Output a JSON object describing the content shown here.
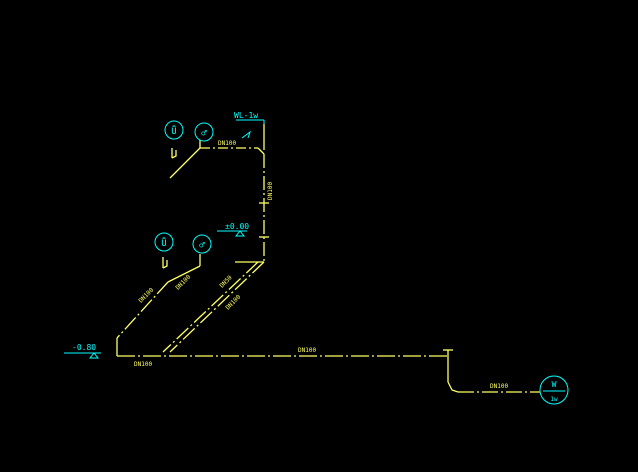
{
  "drawing": {
    "background": "#000000",
    "pipe_color": "#ffff66",
    "annotation_color": "#00ffff",
    "labels": {
      "riser_tag": "WL-1w",
      "level_ground": "±0.00",
      "level_low": "-0.80",
      "pipe_top_branch": "DN100",
      "pipe_riser": "DN100",
      "pipe_mid_vertical": "DN50",
      "pipe_lower_left": "DN100",
      "pipe_lower_left_2": "DN100",
      "pipe_lower_right": "DN100",
      "pipe_bottom_left": "DN100",
      "pipe_main": "DN100",
      "pipe_outlet": "DN100",
      "well_top": "W",
      "well_bottom": "1w"
    },
    "fixtures": [
      {
        "symbol": "Ǖ",
        "label": "toilet-fixture-upper"
      },
      {
        "symbol": "♂",
        "label": "floor-drain-upper"
      },
      {
        "symbol": "Ǖ",
        "label": "toilet-fixture-lower"
      },
      {
        "symbol": "♂",
        "label": "floor-drain-lower"
      }
    ]
  }
}
